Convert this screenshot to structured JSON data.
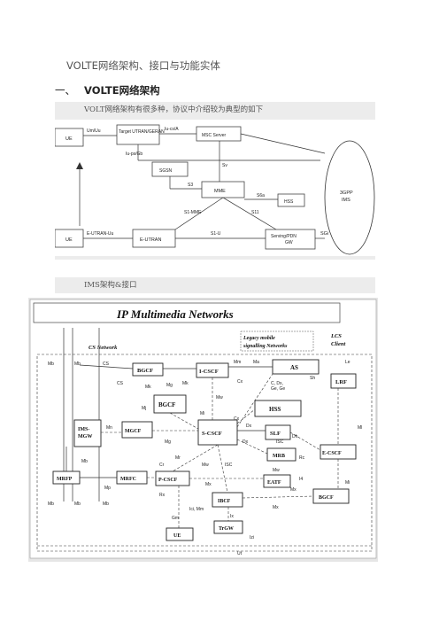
{
  "document": {
    "title": "VOLTE网络架构、接口与功能实体",
    "section1": {
      "number": "一、",
      "heading": "VOLTE网络架构"
    },
    "intro_text": "VOLT网络架构有很多种，协议中介绍较为典型的如下",
    "ims_caption": "IMS架构&接口"
  },
  "volte_diagram": {
    "nodes": {
      "ue_top": "UE",
      "target_utran": "Target UTRAN/GERAN",
      "msc_server": "MSC Server",
      "sgsn": "SGSN",
      "mme": "MME",
      "hss": "HSS",
      "ims_cloud_1": "3GPP",
      "ims_cloud_2": "IMS",
      "ue_bottom": "UE",
      "eutran": "E-UTRAN",
      "serving_pdn_1": "Serving/PDN",
      "serving_pdn_2": "GW"
    },
    "interfaces": {
      "um_uu": "Um/Uu",
      "iu_cs_a": "Iu-cs/A",
      "iu_ps_gb": "Iu-ps/Gb",
      "sv": "Sv",
      "s3": "S3",
      "s6a": "S6a",
      "s1_mme": "S1-MME",
      "s11": "S11",
      "e_utran_uu": "E-UTRAN-Uu",
      "s1_u": "S1-U",
      "sgi": "SGi"
    }
  },
  "ims_diagram": {
    "banner": "IP Multimedia Networks",
    "groups": {
      "cs_network": "CS Network",
      "legacy_1": "Legacy mobile",
      "legacy_2": "signalling Networks",
      "lcs_1": "LCS",
      "lcs_2": "Client"
    },
    "nodes": {
      "bgcf_top": "BGCF",
      "i_cscf": "I-CSCF",
      "as": "AS",
      "lrf": "LRF",
      "bgcf_mid": "BGCF",
      "hss": "HSS",
      "ims_mgw_1": "IMS-",
      "ims_mgw_2": "MGW",
      "mgcf": "MGCF",
      "s_cscf": "S-CSCF",
      "slf": "SLF",
      "e_cscf": "E-CSCF",
      "mrb": "MRB",
      "mrfp": "MRFP",
      "mrfc": "MRFC",
      "p_cscf": "P-CSCF",
      "eatf": "EATF",
      "ibcf": "IBCF",
      "bgcf_bottom": "BGCF",
      "ue": "UE",
      "trgw": "TrGW"
    },
    "interfaces": {
      "mb1": "Mb",
      "mb2": "Mb",
      "cs1": "CS",
      "cs2": "CS",
      "mk1": "Mk",
      "mk2": "Mk",
      "mg": "Mg",
      "mm": "Mm",
      "ma": "Ma",
      "sh": "Sh",
      "cx_dx": "C, Dx,",
      "gc_gx": "Ge, Ge",
      "le": "Le",
      "mw1": "Mw",
      "mj": "Mj",
      "mi": "Mi",
      "cx": "Cx",
      "dx1": "Dx",
      "dh": "Dh",
      "mn": "Mn",
      "mb3": "Mb",
      "ml": "Ml",
      "mg2": "Mg",
      "dx2": "Dx",
      "mr": "Mr",
      "mw2": "Mw",
      "isc1": "ISC",
      "isc2": "ISC",
      "rc": "Rc",
      "cr": "Cr",
      "mp": "Mp",
      "mw3": "Mw",
      "i4": "I4",
      "mx1": "Mx",
      "mx2": "Mx",
      "mx3": "Mx",
      "mi2": "Mi",
      "rx": "Rx",
      "ici_mm": "Ici, Mm",
      "ix": "Ix",
      "gm": "Gm",
      "mb4": "Mb",
      "mb5": "Mb",
      "mb6": "Mb",
      "izi": "Izi",
      "ut": "Ut"
    }
  }
}
